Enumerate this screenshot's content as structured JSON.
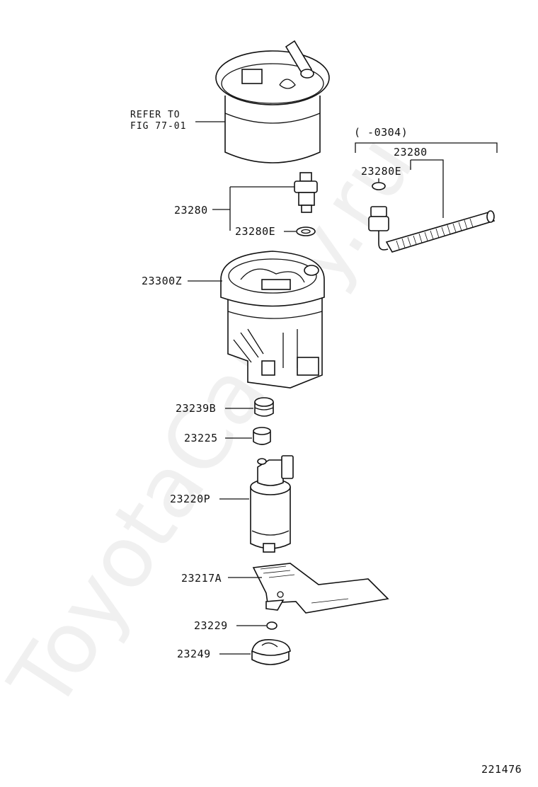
{
  "watermark": "ToyotaCamry.ru",
  "figure_number": "221476",
  "refer_note": {
    "line1": "REFER TO",
    "line2": "FIG 77-01"
  },
  "bracket_note": {
    "range": "(     -0304)",
    "part": "23280",
    "sub_part": "23280E"
  },
  "parts": [
    {
      "id": "p23280",
      "number": "23280"
    },
    {
      "id": "p23280E",
      "number": "23280E"
    },
    {
      "id": "p23300Z",
      "number": "23300Z"
    },
    {
      "id": "p23239B",
      "number": "23239B"
    },
    {
      "id": "p23225",
      "number": "23225"
    },
    {
      "id": "p23220P",
      "number": "23220P"
    },
    {
      "id": "p23217A",
      "number": "23217A"
    },
    {
      "id": "p23229",
      "number": "23229"
    },
    {
      "id": "p23249",
      "number": "23249"
    }
  ]
}
